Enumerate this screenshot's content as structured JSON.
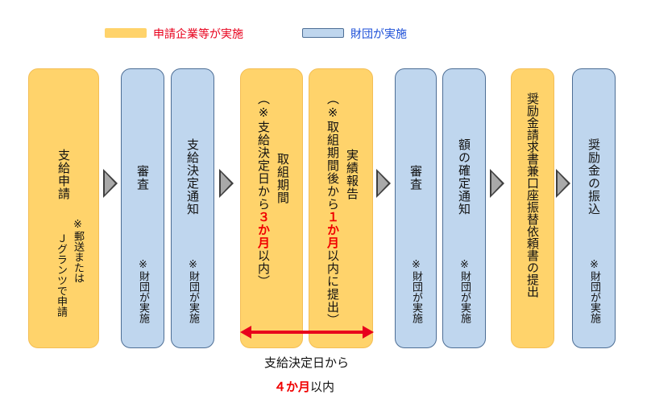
{
  "legend": {
    "applicant": {
      "label": "申請企業等が実施",
      "color": "#FFD36B",
      "text_color": "#E8001C"
    },
    "foundation": {
      "label": "財団が実施",
      "color": "#BFD6EE",
      "text_color": "#1C4FD8"
    }
  },
  "steps": {
    "s1": {
      "title": "支給申請",
      "note_a": "※郵送または",
      "note_b": "Ｊグランツで申請"
    },
    "s2": {
      "title": "審査",
      "note": "※財団が実施"
    },
    "s3": {
      "title": "支給決定通知",
      "note": "※財団が実施"
    },
    "s4": {
      "title": "取組期間",
      "sub_a": "（※支給決定日から",
      "sub_red": "３か月",
      "sub_b": "以内）"
    },
    "s5": {
      "title": "実績報告",
      "sub_a": "（※取組期間後から",
      "sub_red": "１か月",
      "sub_b": "以内に提出）"
    },
    "s6": {
      "title": "審査",
      "note": "※財団が実施"
    },
    "s7": {
      "title": "額の確定通知",
      "note": "※財団が実施"
    },
    "s8": {
      "title": "奨励金請求書兼口座振替依頼書の提出"
    },
    "s9": {
      "title": "奨励金の振込",
      "note": "※財団が実施"
    }
  },
  "period": {
    "line1": "支給決定日から",
    "red": "４か月",
    "after": "以内",
    "arrow_color": "#E8001C"
  }
}
